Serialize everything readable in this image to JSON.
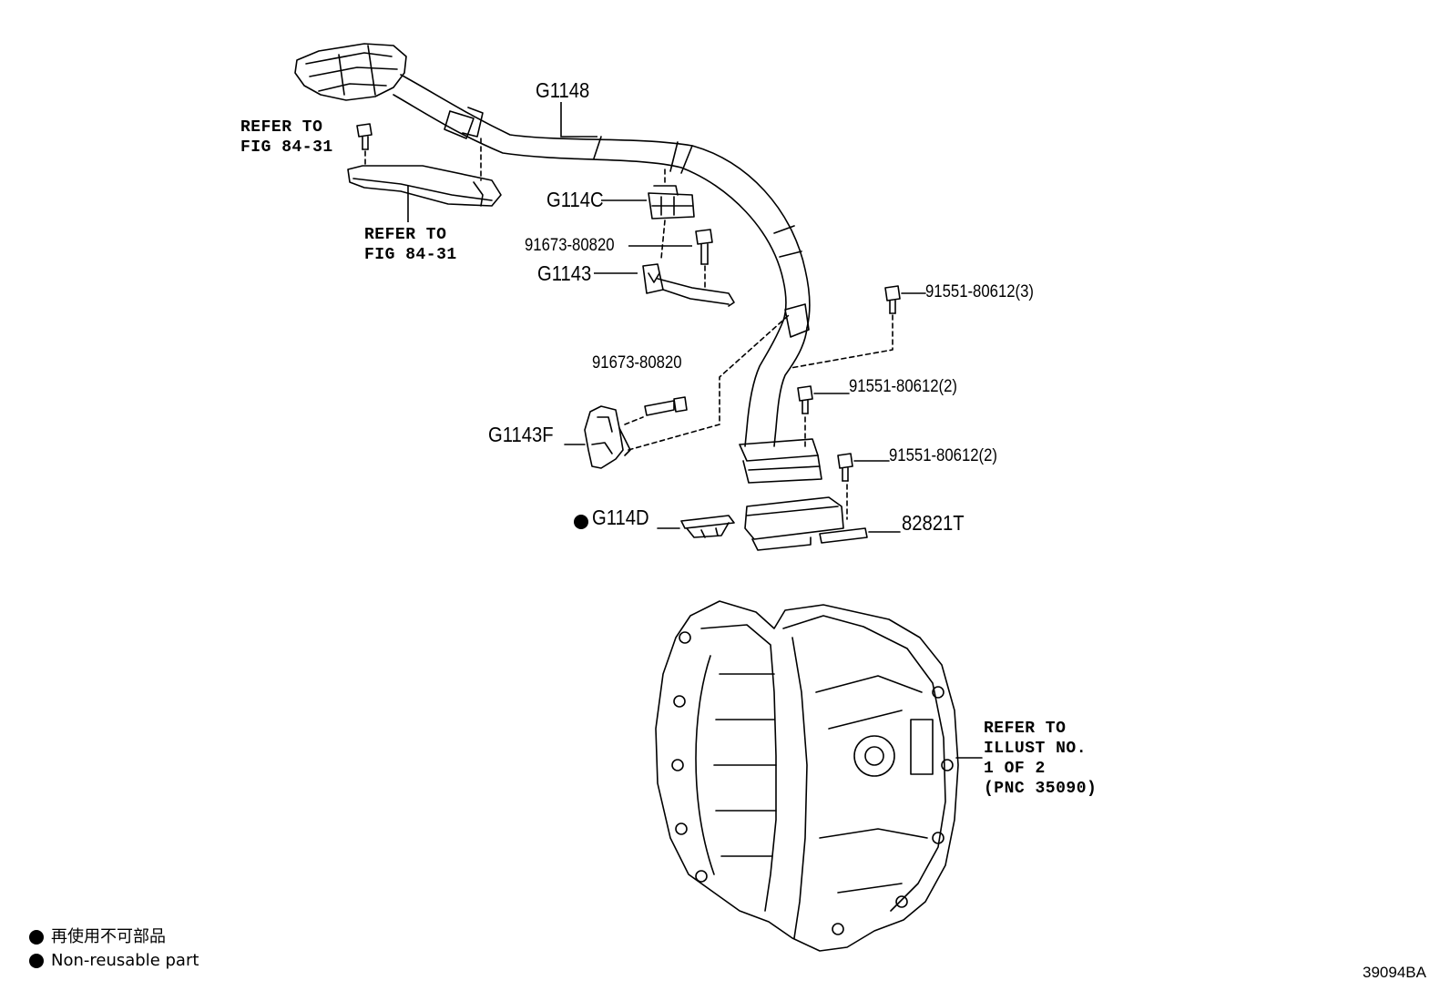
{
  "refer_fig_upper": [
    "REFER TO",
    "FIG 84-31"
  ],
  "refer_fig_lower": [
    "REFER TO",
    "FIG 84-31"
  ],
  "refer_illust": [
    "REFER TO",
    "ILLUST NO.",
    "1 OF 2",
    "(PNC 35090)"
  ],
  "parts": {
    "g1148": "G1148",
    "g114c": "G114C",
    "p91673_a": "91673-80820",
    "g1143": "G1143",
    "p91551_3": "91551-80612(3)",
    "p91673_b": "91673-80820",
    "p91551_2a": "91551-80612(2)",
    "g1143f": "G1143F",
    "p91551_2b": "91551-80612(2)",
    "g114d": "G114D",
    "p82821t": "82821T"
  },
  "legend": {
    "jp": "再使用不可部品",
    "en": "Non-reusable part"
  },
  "drawing_code": "39094BA"
}
